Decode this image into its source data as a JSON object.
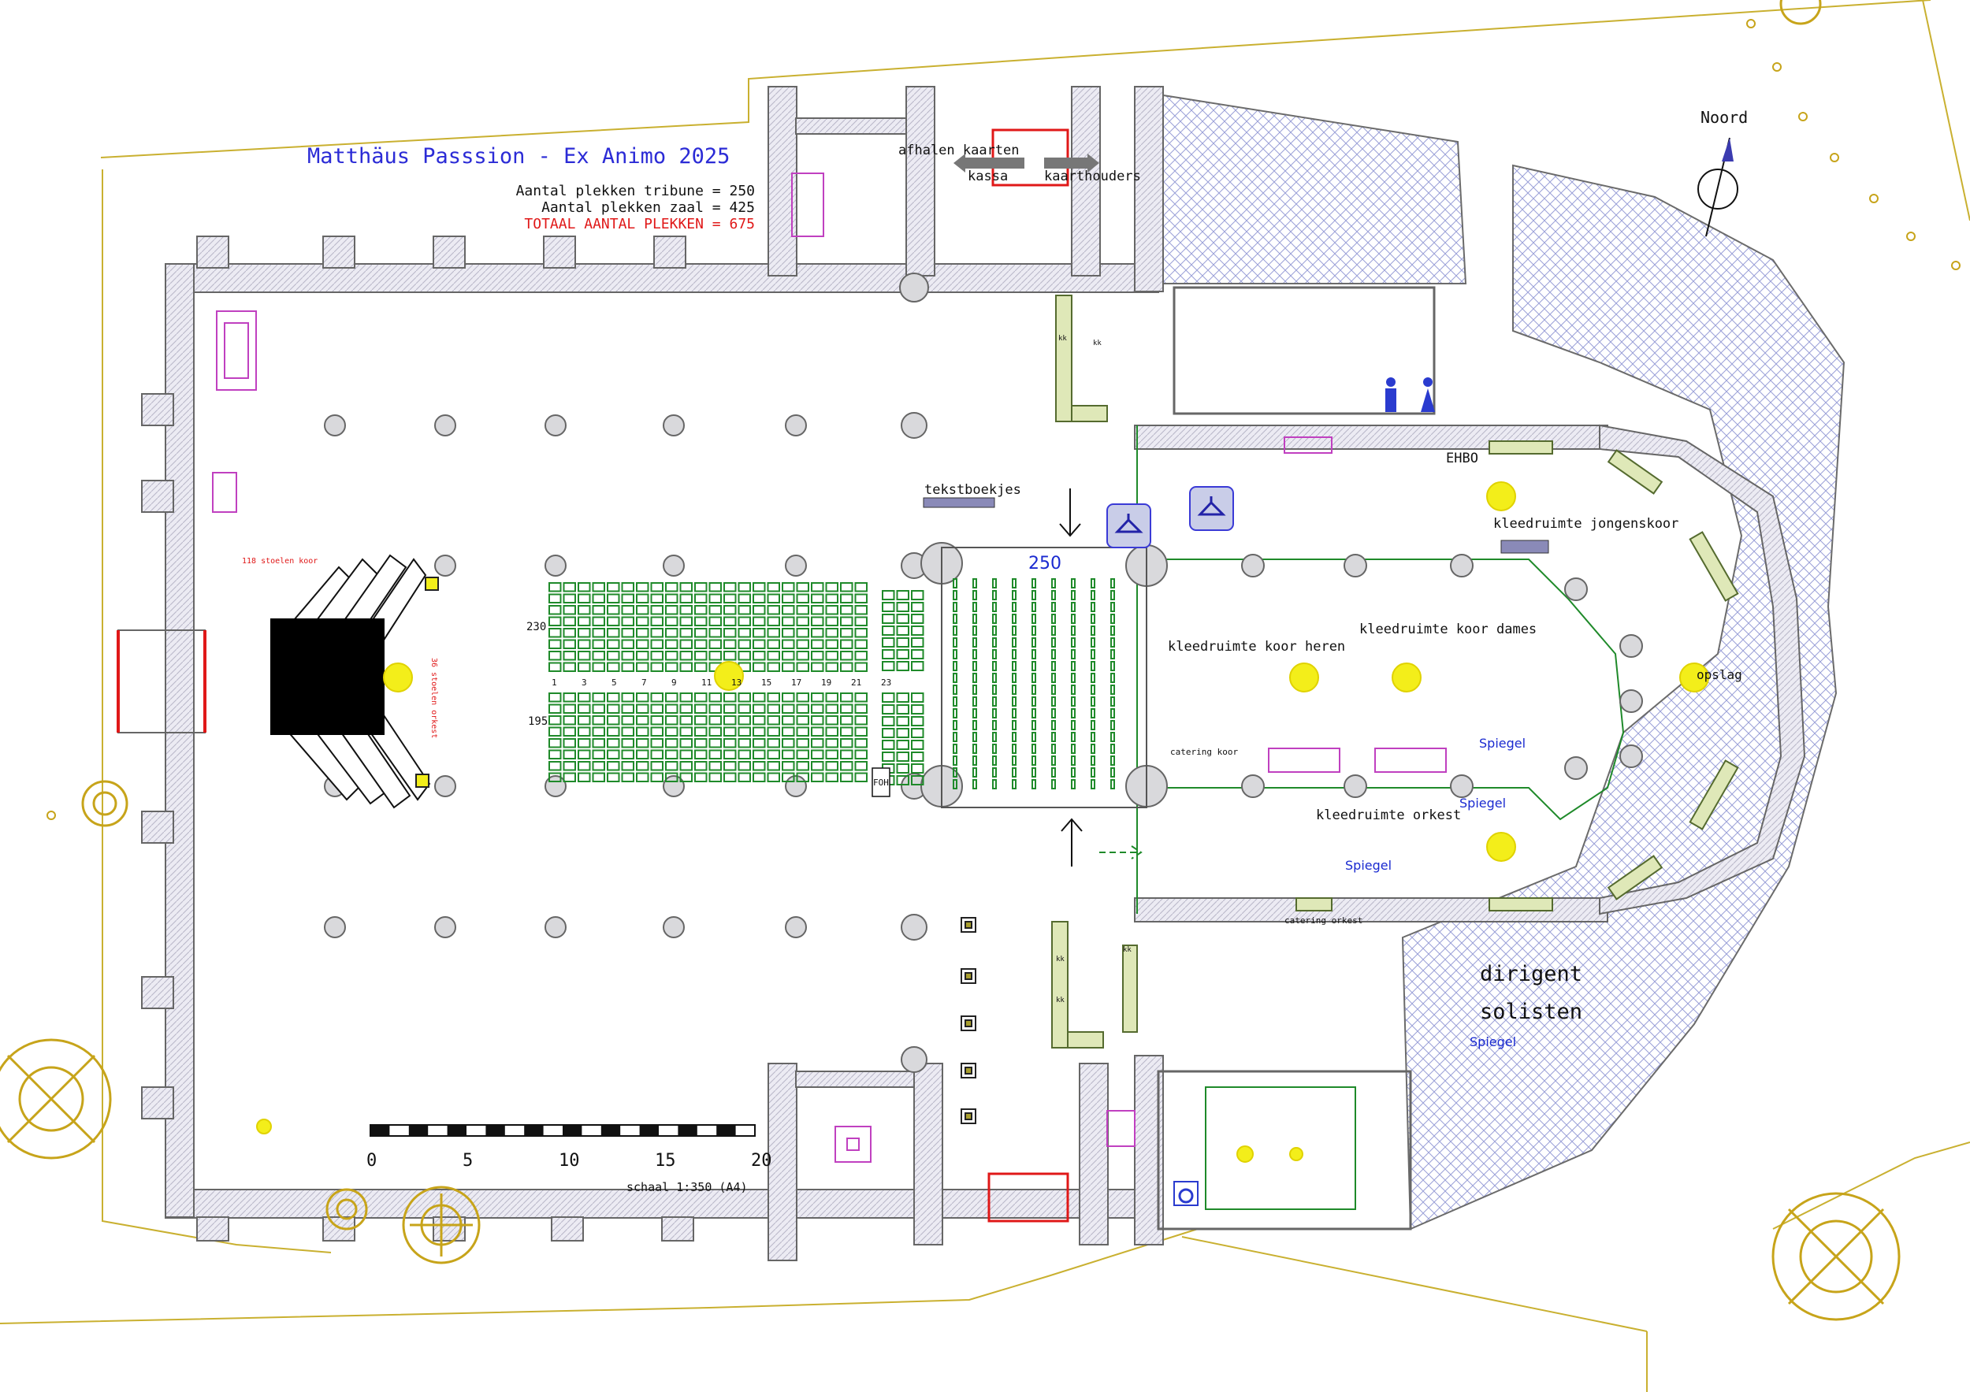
{
  "title": "Matthäus Passsion - Ex Animo 2025",
  "capacity": {
    "tribune": "Aantal plekken tribune = 250",
    "zaal": "Aantal plekken zaal = 425",
    "totaal": "TOTAAL AANTAL PLEKKEN = 675"
  },
  "compass_label": "Noord",
  "labels": {
    "afhalen_kaarten": "afhalen kaarten",
    "kassa": "kassa",
    "kaarthouders": "kaarthouders",
    "tekstboekjes": "tekstboekjes",
    "tribune_count": "250",
    "ehbo": "EHBO",
    "kleedruimte_jongenskoor": "kleedruimte jongenskoor",
    "kleedruimte_koor_heren": "kleedruimte koor heren",
    "kleedruimte_koor_dames": "kleedruimte koor dames",
    "kleedruimte_orkest": "kleedruimte orkest",
    "opslag": "opslag",
    "catering_koor": "catering koor",
    "catering_orkest": "catering orkest",
    "dirigent": "dirigent",
    "solisten": "solisten",
    "spiegel": "Spiegel",
    "stoelen_koor": "118 stoelen koor",
    "stoelen_orkest": "36 stoelen orkest",
    "row_230": "230",
    "row_195": "195",
    "foh": "FOH",
    "kk": "kk",
    "schaal": "schaal 1:350 (A4)"
  },
  "seat_numbers": [
    "1",
    "3",
    "5",
    "7",
    "9",
    "11",
    "13",
    "15",
    "17",
    "19",
    "21",
    "23"
  ],
  "scale_ticks": [
    "0",
    "5",
    "10",
    "15",
    "20"
  ],
  "colors": {
    "title_blue": "#2b2bd6",
    "total_red": "#e01818",
    "seat_green": "#1f8a2a",
    "wall_grey": "#e8e6f0",
    "tree_gold": "#c7a41a",
    "lamp_yellow": "#f3ee1a"
  },
  "icons": [
    "compass-icon",
    "coat-hanger-icon",
    "toilet-male-icon",
    "toilet-female-icon",
    "wheelchair-icon",
    "tree-icon",
    "lamp-icon",
    "arrow-left-icon",
    "arrow-right-icon"
  ]
}
